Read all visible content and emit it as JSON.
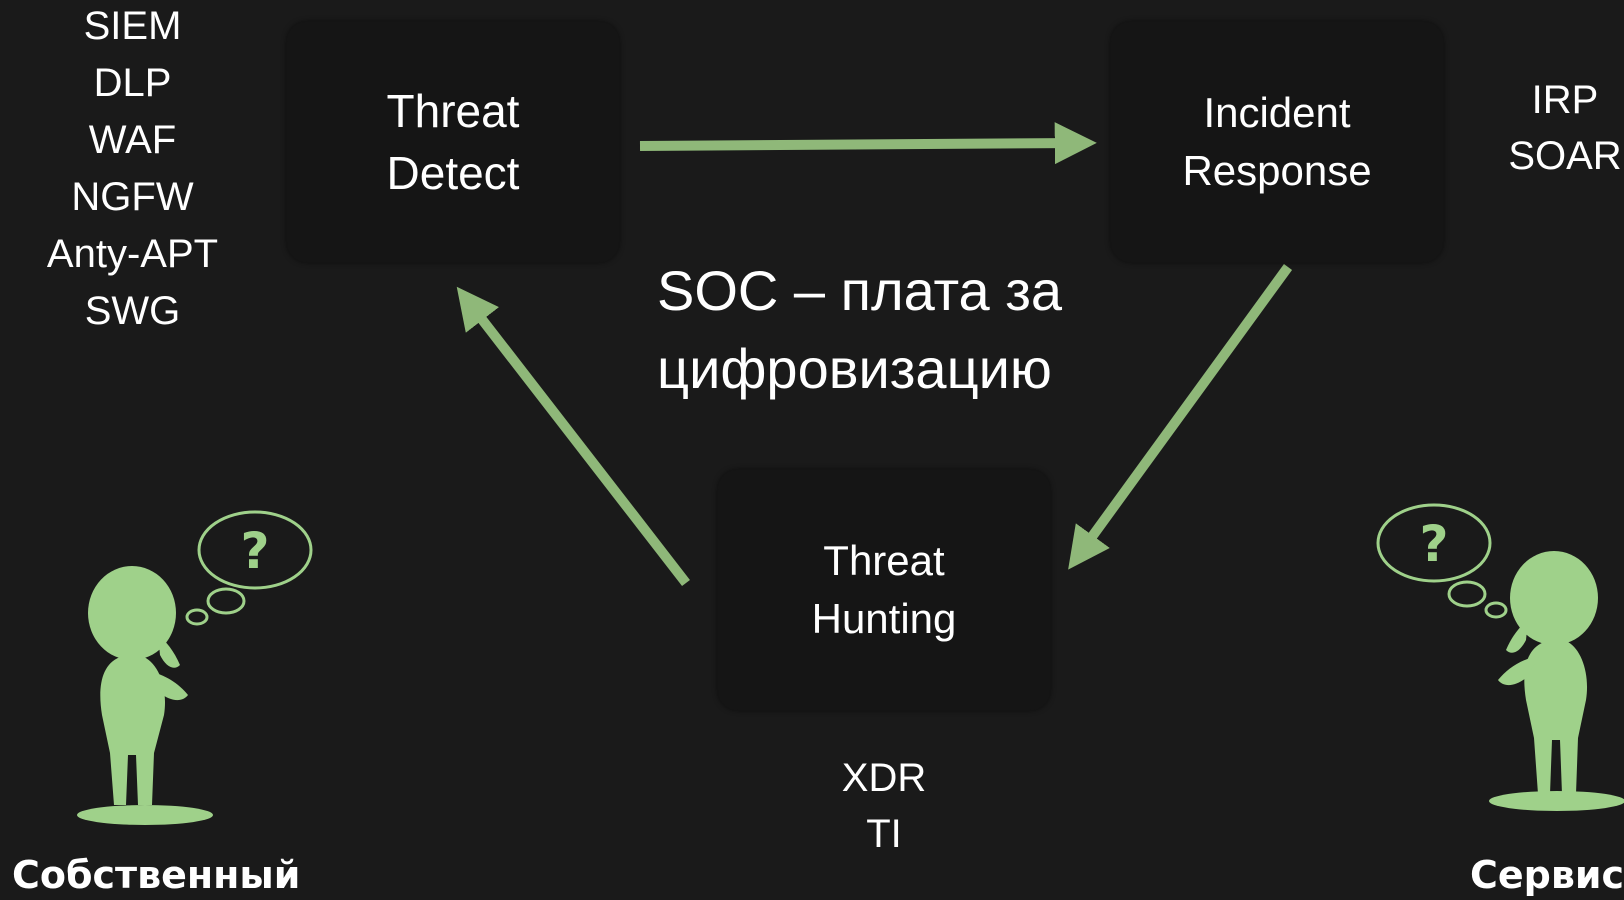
{
  "left_tools": [
    "SIEM",
    "DLP",
    "WAF",
    "NGFW",
    "Anty-APT",
    "SWG"
  ],
  "right_tools": [
    "IRP",
    "SOAR"
  ],
  "bottom_tools": [
    "XDR",
    "TI"
  ],
  "boxes": {
    "threat_detect": [
      "Threat",
      "Detect"
    ],
    "incident_response": [
      "Incident",
      "Response"
    ],
    "threat_hunting": [
      "Threat",
      "Hunting"
    ]
  },
  "center_title": [
    "SOC – плата за",
    "цифровизацию"
  ],
  "captions": {
    "left": "Собственный",
    "right": "Сервис"
  },
  "thought_bubble_symbol": "?",
  "colors": {
    "background": "#1a1a1a",
    "box": "#151515",
    "arrow": "#8fb879",
    "figure": "#9fd18a",
    "text": "#ffffff"
  },
  "icons": {
    "left_figure": "thinking-person-icon",
    "right_figure": "thinking-person-icon",
    "bubble": "question-thought-bubble-icon"
  }
}
